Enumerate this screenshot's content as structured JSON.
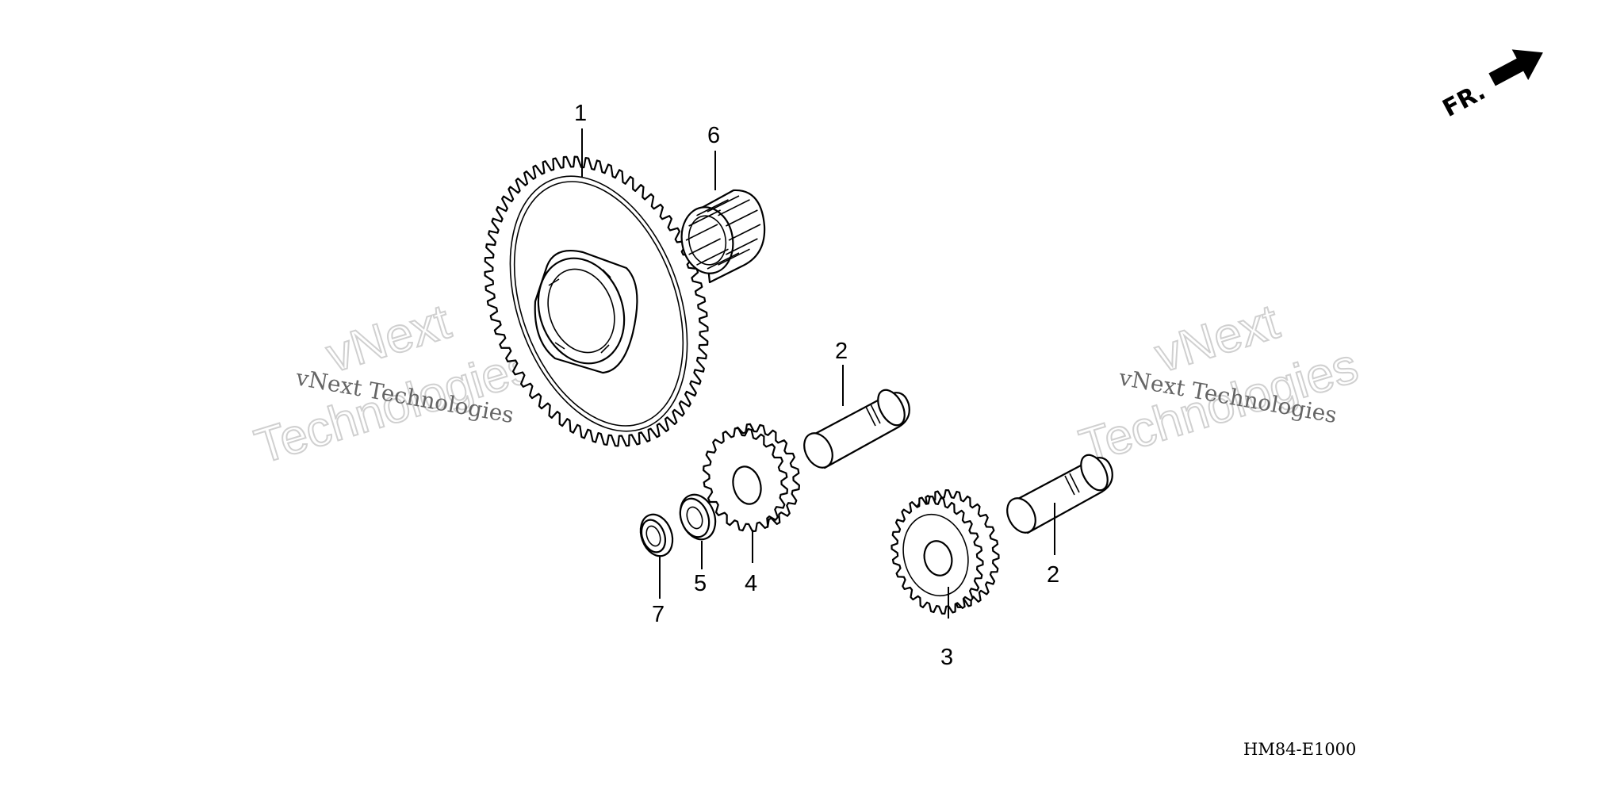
{
  "diagram": {
    "callouts": {
      "part_1": "1",
      "part_2a": "2",
      "part_2b": "2",
      "part_3": "3",
      "part_4": "4",
      "part_5": "5",
      "part_6": "6",
      "part_7": "7"
    },
    "direction_label": "FR.",
    "drawing_code": "HM84-E1000",
    "watermarks": {
      "left_small": "vNext Technologies",
      "left_big_1": "vNext",
      "left_big_2": "Technologies",
      "right_small": "vNext Technologies",
      "right_big_1": "vNext",
      "right_big_2": "Technologies"
    }
  }
}
